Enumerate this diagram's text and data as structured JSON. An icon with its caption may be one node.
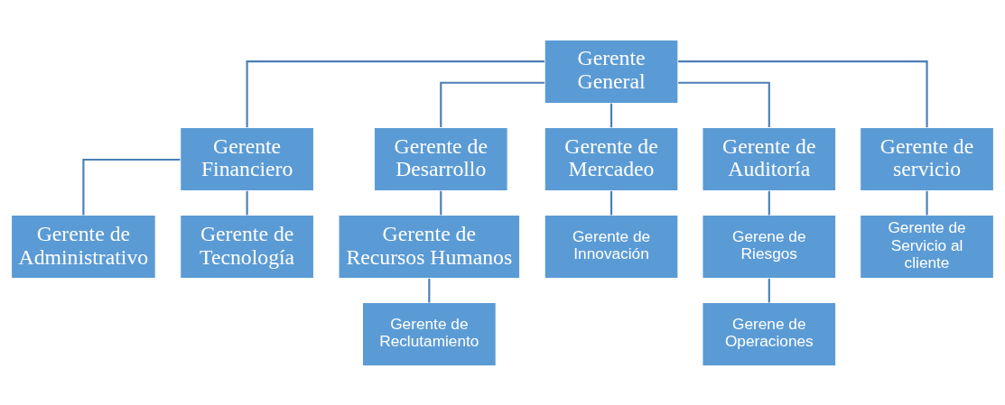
{
  "diagram": {
    "nodes": [
      {
        "text": [
          "Gerente General"
        ]
      },
      {
        "text": [
          "Gerente Financiero"
        ]
      },
      {
        "text": [
          "Gerente de Desarrollo"
        ]
      },
      {
        "text": [
          "Gerente de Mercadeo"
        ]
      },
      {
        "text": [
          "Gerente de Auditoría"
        ]
      },
      {
        "text": [
          "Gerente de servicio"
        ]
      },
      {
        "text": [
          "Gerente de Administrativo"
        ]
      },
      {
        "text": [
          "Gerente de Recursos Humanos"
        ]
      },
      {
        "text": [
          "Gerente de Innovación"
        ]
      },
      {
        "text": [
          "Gerene de Riesgos"
        ]
      },
      {
        "text": [
          "Gerente de Servicio al cliente"
        ]
      },
      {
        "text": [
          "Gerente de Tecnología"
        ]
      },
      {
        "text": [
          "Gerente de Reclutamiento"
        ]
      },
      {
        "text": [
          "Gerene de Operaciones"
        ]
      }
    ],
    "edges": [
      {
        "from": 0,
        "to": 1,
        "arrow": "none"
      },
      {
        "from": 0,
        "to": 2,
        "arrow": "none"
      },
      {
        "from": 0,
        "to": 3,
        "arrow": "none"
      },
      {
        "from": 0,
        "to": 4,
        "arrow": "none"
      },
      {
        "from": 0,
        "to": 5,
        "arrow": "none"
      },
      {
        "from": 1,
        "to": 6,
        "arrow": "none"
      },
      {
        "from": 1,
        "to": 11,
        "arrow": "none"
      },
      {
        "from": 2,
        "to": 7,
        "arrow": "none"
      },
      {
        "from": 7,
        "to": 12,
        "arrow": "none"
      },
      {
        "from": 3,
        "to": 8,
        "arrow": "none"
      },
      {
        "from": 4,
        "to": 9,
        "arrow": "none"
      },
      {
        "from": 9,
        "to": 13,
        "arrow": "none"
      },
      {
        "from": 5,
        "to": 10,
        "arrow": "none"
      }
    ]
  }
}
